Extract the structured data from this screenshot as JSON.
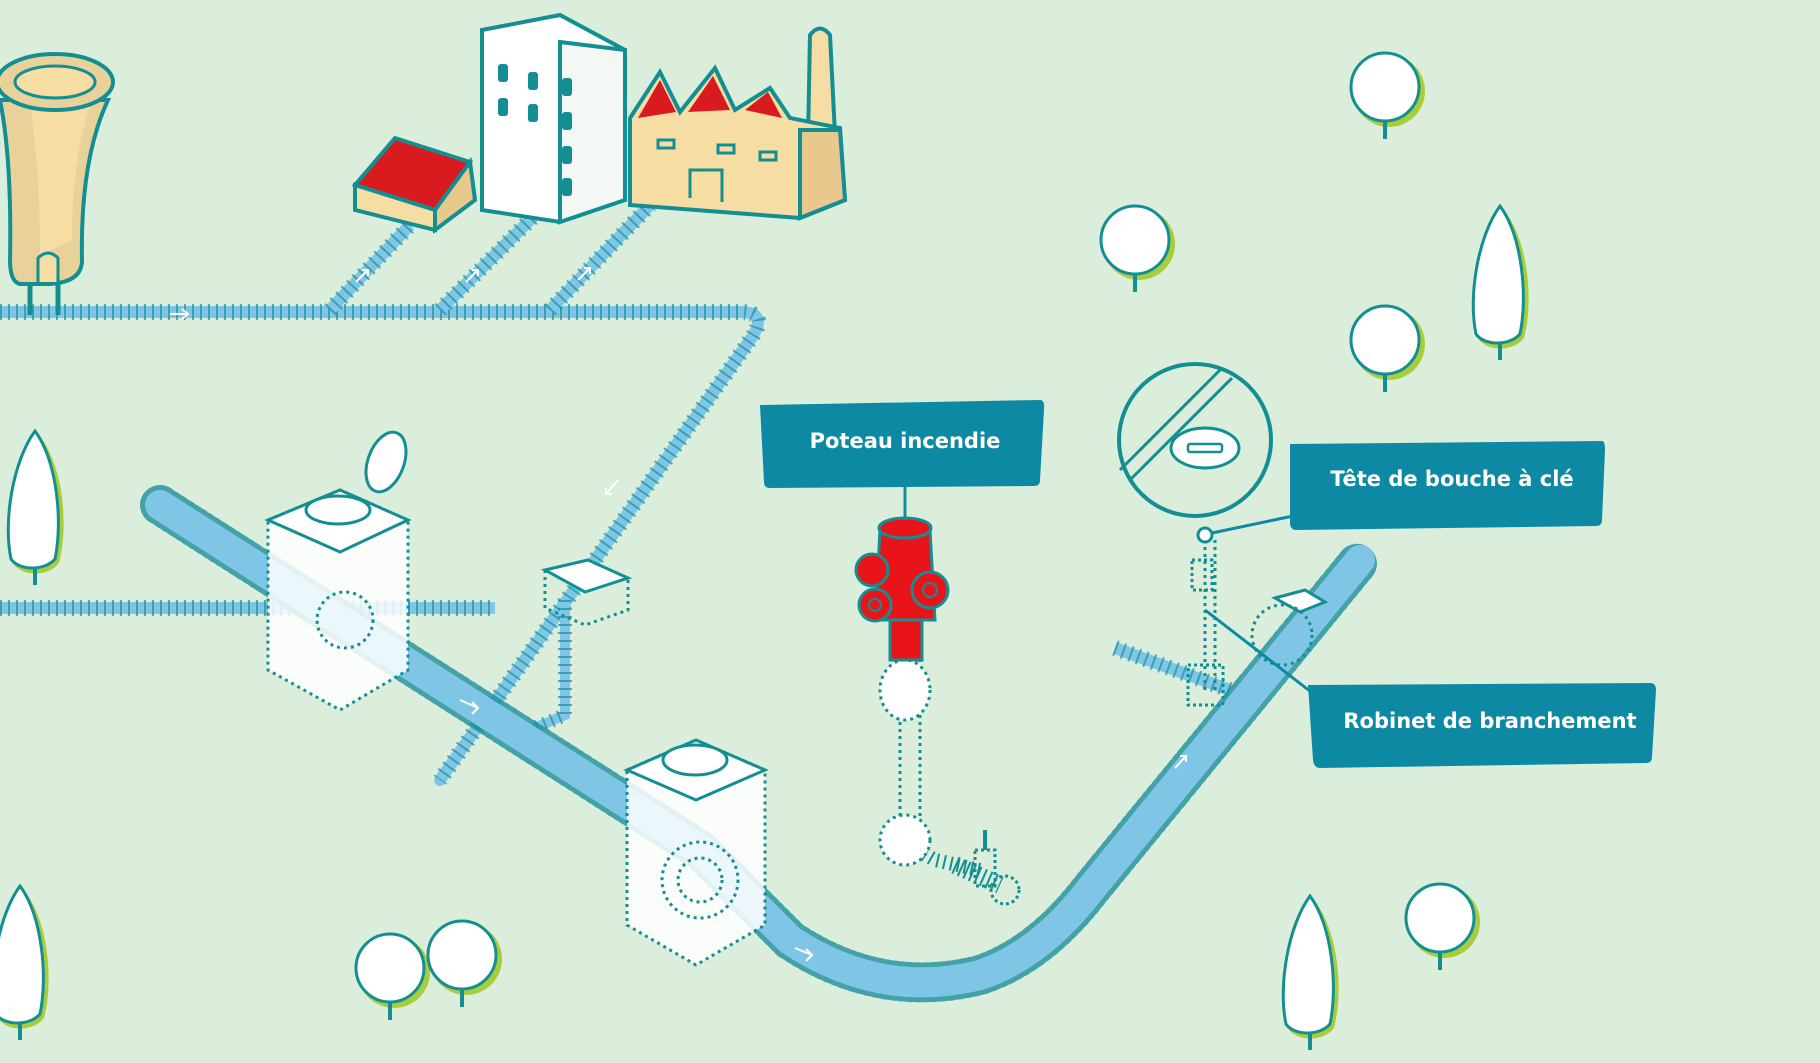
{
  "labels": {
    "fire_hydrant": "Poteau incendie",
    "valve_box_head": "Tête de bouche à clé",
    "service_valve": "Robinet de branchement"
  },
  "icons": [
    "water-tower-icon",
    "house-icon",
    "apartment-building-icon",
    "factory-icon",
    "tree-icon",
    "fire-hydrant-icon",
    "valve-box-icon",
    "service-valve-icon",
    "manhole-chamber-icon",
    "flow-arrow-icon"
  ],
  "colors": {
    "background": "#dbeedb",
    "outline": "#138f94",
    "pipe": "#7fc6e6",
    "pipe_dots": "#1b8f9a",
    "label_bg": "#0e89a3",
    "label_text": "#ffffff",
    "hydrant": "#e8141a",
    "roof": "#d91b1f",
    "building_beige": "#f6dda3",
    "tree_fill": "#ffffff",
    "tree_shadow": "#a9cc3d"
  }
}
